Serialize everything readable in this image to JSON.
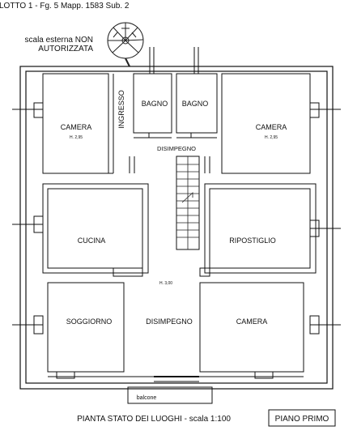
{
  "header": {
    "title": "LOTTO 1 - Fg. 5 Mapp. 1583 Sub. 2"
  },
  "note": {
    "line1": "scala esterna NON",
    "line2": "AUTORIZZATA"
  },
  "rooms": {
    "camera_left": "CAMERA",
    "camera_left_h": "H. 2,95",
    "ingresso": "INGRESSO",
    "bagno_1": "BAGNO",
    "bagno_2": "BAGNO",
    "camera_right": "CAMERA",
    "camera_right_h": "H. 2,95",
    "disimpegno_top": "DISIMPEGNO",
    "cucina": "CUCINA",
    "ripostiglio": "RIPOSTIGLIO",
    "center_h": "H. 3,00",
    "soggiorno": "SOGGIORNO",
    "disimpegno_bottom": "DISIMPEGNO",
    "camera_bottom": "CAMERA",
    "balcone": "balcone"
  },
  "footer": {
    "caption": "PIANTA STATO DEI LUOGHI - scala 1:100",
    "floor_badge": "PIANO PRIMO"
  }
}
